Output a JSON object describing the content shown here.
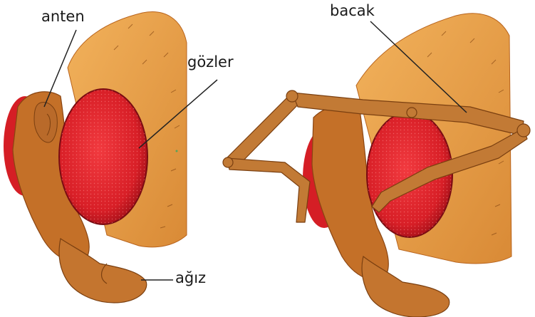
{
  "labels": {
    "antenna": "anten",
    "eyes": "gözler",
    "leg": "bacak",
    "mouth": "ağız"
  },
  "colors": {
    "head_fill": "#e8a24a",
    "head_dark": "#b8631c",
    "skin_light": "#f0b968",
    "eye_red": "#e0232a",
    "eye_dark": "#a8101a",
    "leg_fill": "#c27a35",
    "line": "#222222"
  },
  "illustrations": [
    "fly-head-front",
    "fly-head-cleaning-with-leg"
  ]
}
